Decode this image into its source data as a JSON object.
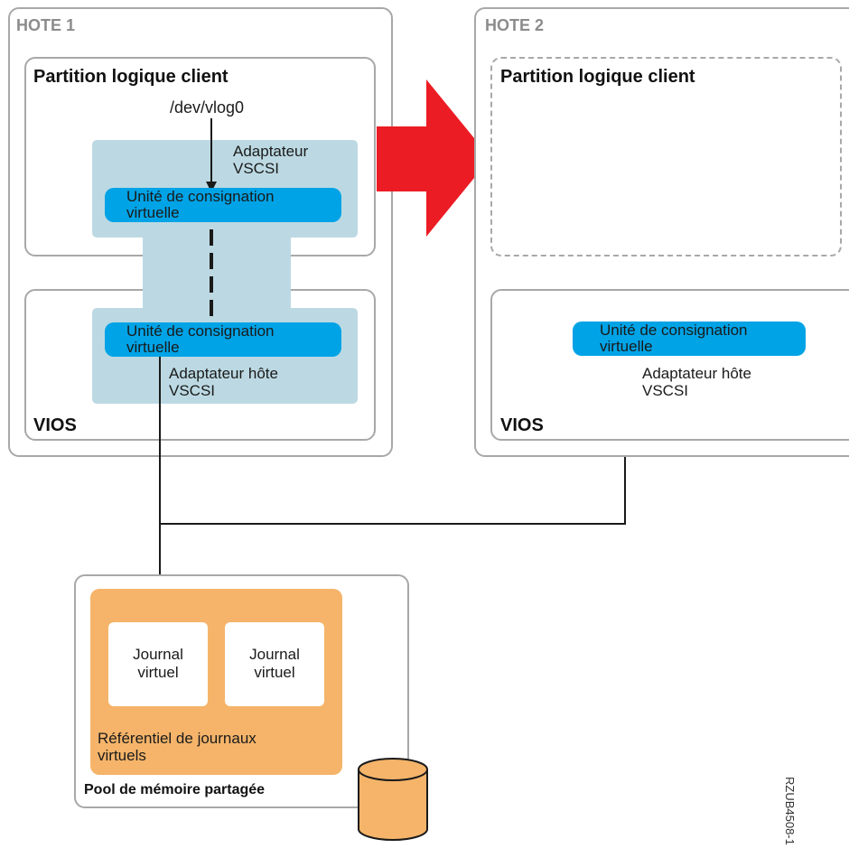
{
  "host1": {
    "title": "HOTE 1",
    "client_partition": "Partition logique client",
    "device_path": "/dev/vlog0",
    "client_adapter": "Adaptateur\nVSCSI",
    "client_unit": "Unité de consignation\nvirtuelle",
    "vios_unit": "Unité de consignation\nvirtuelle",
    "host_adapter": "Adaptateur hôte\nVSCSI",
    "vios": "VIOS"
  },
  "host2": {
    "title": "HOTE 2",
    "client_partition": "Partition logique client",
    "vios_unit": "Unité de consignation\nvirtuelle",
    "host_adapter": "Adaptateur hôte\nVSCSI",
    "vios": "VIOS"
  },
  "pool": {
    "repository": "Référentiel de journaux\nvirtuels",
    "journal_1": "Journal\nvirtuel",
    "journal_2": "Journal\nvirtuel",
    "label": "Pool de mémoire partagée"
  },
  "figure_id": "RZUB4508-1",
  "colors": {
    "migration_arrow": "#ec1c24",
    "adapter_bg": "#bcd9e3",
    "unit_pill": "#00a3e6",
    "repository_bg": "#f5b46a",
    "border": "#a8a8a8"
  }
}
